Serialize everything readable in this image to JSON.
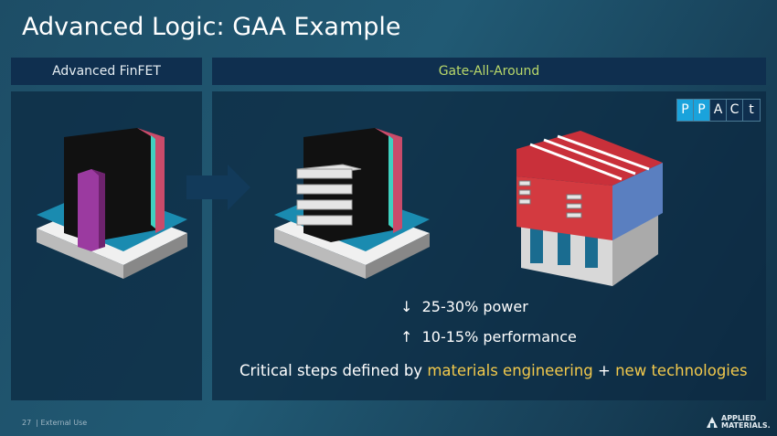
{
  "title": "Advanced Logic: GAA Example",
  "left_panel": {
    "header": "Advanced FinFET"
  },
  "right_panel": {
    "header": "Gate-All-Around"
  },
  "ppact": [
    "P",
    "P",
    "A",
    "C",
    "t"
  ],
  "stats": [
    {
      "icon": "arrow-down-icon",
      "arrow": "↓",
      "text": "25-30% power"
    },
    {
      "icon": "arrow-up-icon",
      "arrow": "↑",
      "text": "10-15% performance"
    }
  ],
  "critical": {
    "prefix": "Critical steps defined by ",
    "hl1": "materials engineering",
    "plus": " + ",
    "hl2": "new technologies"
  },
  "footer": {
    "page": "27",
    "label": "| External Use"
  },
  "logo": {
    "line1": "APPLIED",
    "line2": "MATERIALS."
  }
}
